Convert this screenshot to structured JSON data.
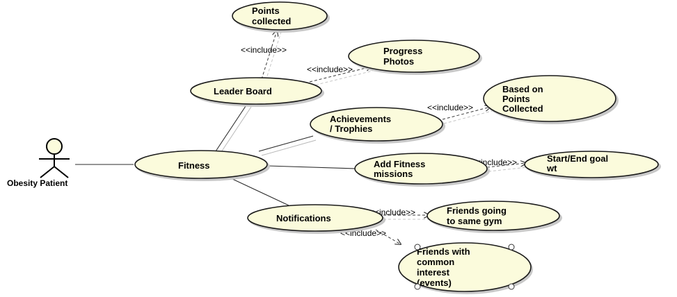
{
  "actor": {
    "label": "Obesity Patient"
  },
  "include_label": "<<include>>",
  "use_cases": {
    "fitness": [
      "Fitness"
    ],
    "leader_board": [
      "Leader Board"
    ],
    "points_collected": [
      "Points",
      "collected"
    ],
    "progress_photos": [
      "Progress",
      "Photos"
    ],
    "achievements": [
      "Achievements",
      "/ Trophies"
    ],
    "based_on_points": [
      "Based on",
      "Points",
      "Collected"
    ],
    "add_fitness_missions": [
      "Add Fitness",
      "missions"
    ],
    "start_end_goal": [
      "Start/End goal",
      "wt"
    ],
    "notifications": [
      "Notifications"
    ],
    "friends_gym": [
      "Friends going",
      "to same gym"
    ],
    "friends_interest": [
      "Friends with",
      "common",
      "interest",
      "(events)"
    ]
  }
}
